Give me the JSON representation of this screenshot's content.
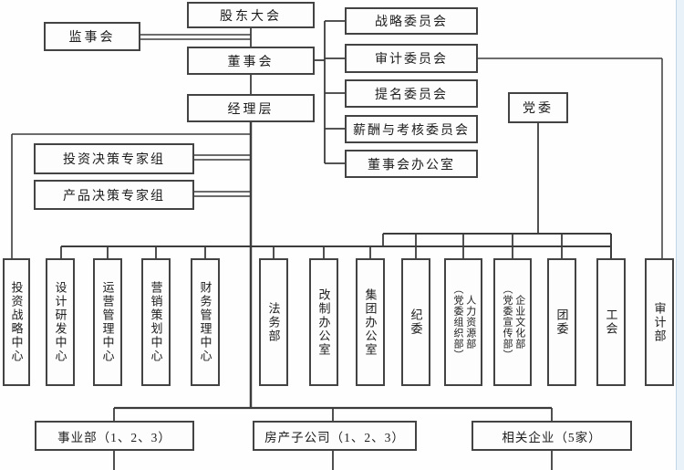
{
  "page": {
    "background": "#fefefe",
    "line_color": "#3c3c3c",
    "box_border_color": "#434343",
    "edge_strip_color": "#e9f1f9"
  },
  "top": {
    "shareholders": "股东大会",
    "supervisors": "监事会",
    "board": "董事会",
    "management": "经理层"
  },
  "committees": [
    {
      "label": "战略委员会"
    },
    {
      "label": "审计委员会"
    },
    {
      "label": "提名委员会"
    },
    {
      "label": "薪酬与考核委员会"
    },
    {
      "label": "董事会办公室"
    }
  ],
  "party_committee": {
    "label": "党委"
  },
  "expert_groups": [
    {
      "label": "投资决策专家组"
    },
    {
      "label": "产品决策专家组"
    }
  ],
  "departments": [
    {
      "label": "投资战略中心"
    },
    {
      "label": "设计研发中心"
    },
    {
      "label": "运营管理中心"
    },
    {
      "label": "营销策划中心"
    },
    {
      "label": "财务管理中心"
    },
    {
      "label": "法务部"
    },
    {
      "label": "改制办公室"
    },
    {
      "label": "集团办公室"
    },
    {
      "label": "纪委"
    },
    {
      "label": "人力资源部（党委组织部）",
      "col1": "人力资源部",
      "col2": "（党委组织部）"
    },
    {
      "label": "企业文化部（党委宣传部）",
      "col1": "企业文化部",
      "col2": "（党委宣传部）"
    },
    {
      "label": "团委"
    },
    {
      "label": "工会"
    },
    {
      "label": "审计部"
    }
  ],
  "bottom_units": [
    {
      "label": "事业部（1、2、3）"
    },
    {
      "label": "房产子公司（1、2、3）"
    },
    {
      "label": "相关企业（5家）"
    }
  ]
}
